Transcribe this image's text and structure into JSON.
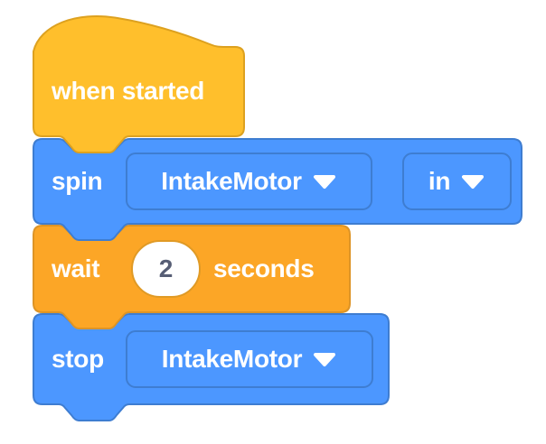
{
  "palette": {
    "hat_fill": "#FFBF2C",
    "hat_stroke": "#DDA11F",
    "blue_fill": "#4C97FF",
    "blue_stroke": "#3E7DD1",
    "orange_fill": "#FCA626",
    "orange_stroke": "#DD9426",
    "input_fill": "#FFFFFF",
    "input_border": "#E09A25",
    "input_text": "#575E75",
    "label_color": "#FFFFFF"
  },
  "blocks": {
    "when_started": {
      "label": "when started"
    },
    "spin": {
      "label": "spin",
      "motor_dropdown_value": "IntakeMotor",
      "direction_dropdown_value": "in"
    },
    "wait": {
      "label_prefix": "wait",
      "value": "2",
      "label_suffix": "seconds"
    },
    "stop": {
      "label": "stop",
      "motor_dropdown_value": "IntakeMotor"
    }
  },
  "icons": {
    "dropdown_arrow": "triangle-down"
  }
}
